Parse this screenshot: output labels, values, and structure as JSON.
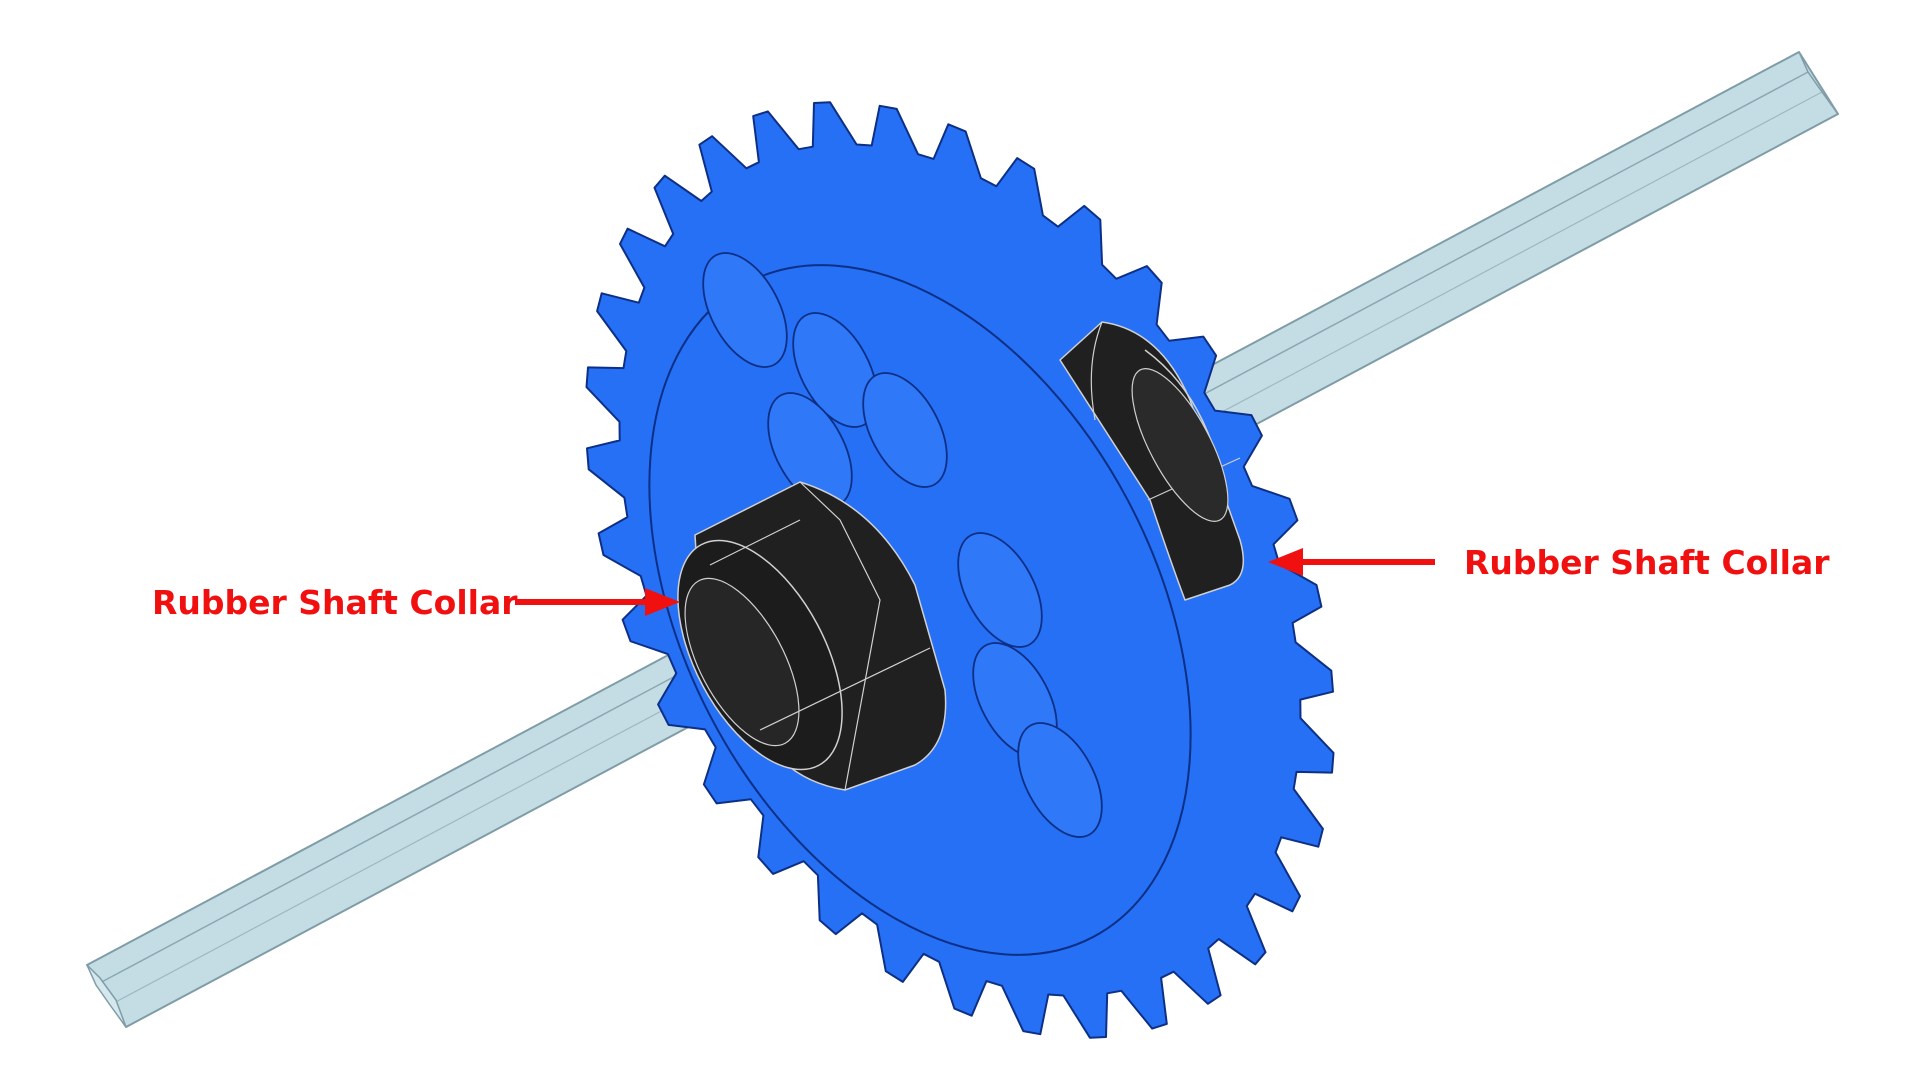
{
  "diagram": {
    "callouts": [
      {
        "id": "left",
        "label": "Rubber Shaft Collar"
      },
      {
        "id": "right",
        "label": "Rubber Shaft Collar"
      }
    ]
  },
  "colors": {
    "shaft": "#c4dde5",
    "shaft_edge": "#8aa7b2",
    "gear": "#2670f5",
    "gear_dark": "#1a55cf",
    "gear_edge": "#0d2f85",
    "collar": "#202020",
    "collar_edge": "#cfcfcf",
    "callout": "#f01010"
  },
  "icons": [
    "shaft",
    "gear",
    "rubber-shaft-collar",
    "callout-arrow"
  ]
}
